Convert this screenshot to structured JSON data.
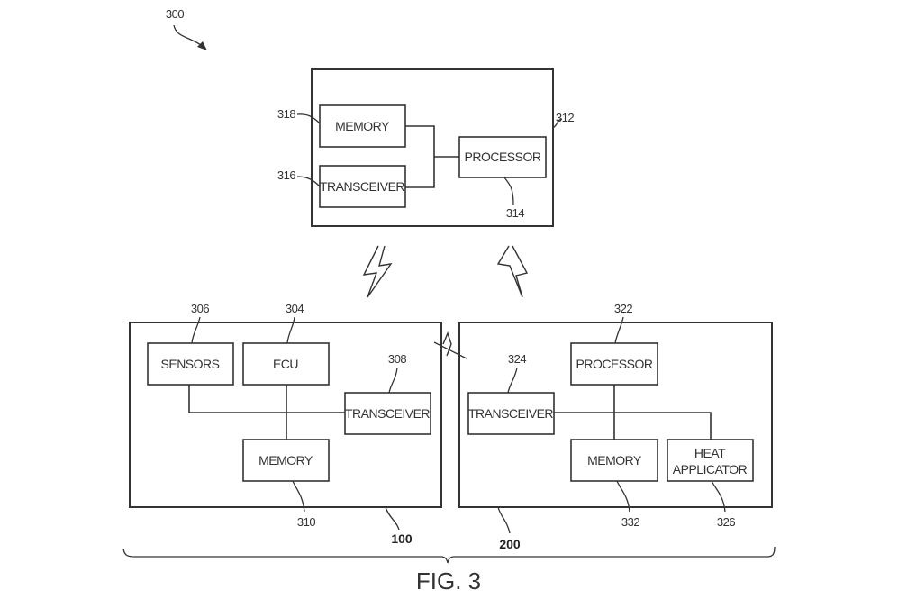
{
  "figure": {
    "caption": "FIG. 3",
    "system_ref": "300",
    "server": {
      "ref": "312",
      "memory": {
        "label": "MEMORY",
        "ref": "318"
      },
      "transceiver": {
        "label": "TRANSCEIVER",
        "ref": "316"
      },
      "processor": {
        "label": "PROCESSOR",
        "ref": "314"
      }
    },
    "vehicle": {
      "ref": "100",
      "sensors": {
        "label": "SENSORS",
        "ref": "306"
      },
      "ecu": {
        "label": "ECU",
        "ref": "304"
      },
      "transceiver": {
        "label": "TRANSCEIVER",
        "ref": "308"
      },
      "memory": {
        "label": "MEMORY",
        "ref": "310"
      }
    },
    "device": {
      "ref": "200",
      "processor": {
        "label": "PROCESSOR",
        "ref": "322"
      },
      "transceiver": {
        "label": "TRANSCEIVER",
        "ref": "324"
      },
      "memory": {
        "label": "MEMORY",
        "ref": "332"
      },
      "heat_applicator": {
        "label_line1": "HEAT",
        "label_line2": "APPLICATOR",
        "ref": "326"
      }
    }
  }
}
